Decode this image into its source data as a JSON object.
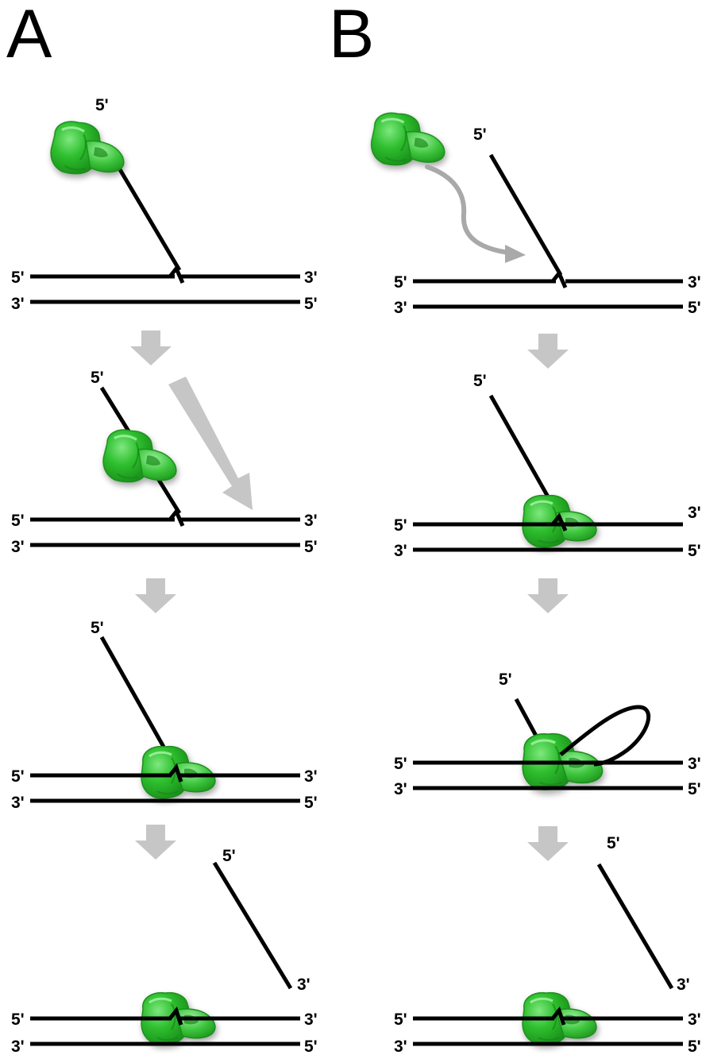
{
  "panels": {
    "A": {
      "label": "A"
    },
    "B": {
      "label": "B"
    }
  },
  "ends": {
    "five_prime": "5'",
    "three_prime": "3'"
  },
  "colors": {
    "enzyme": "#2bb52b",
    "enzyme_dark": "#1b8c1b",
    "enzyme_light": "#5fd85f",
    "dna": "#000000",
    "step_arrow": "#c6c6c6",
    "path_arrow": "#a9a9a9"
  },
  "icons": {
    "enzyme": "green-nuclease-icon",
    "step": "down-arrow-icon"
  }
}
